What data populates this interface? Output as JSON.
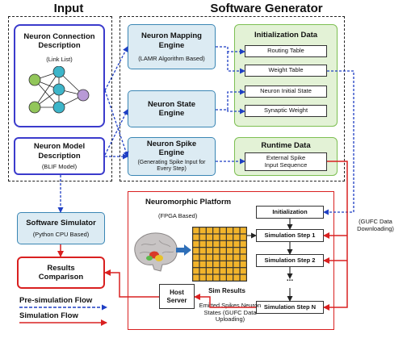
{
  "headings": {
    "input": "Input",
    "software_generator": "Software Generator"
  },
  "neuron_connection": {
    "title": "Neuron Connection Description",
    "subtitle": "(Link List)"
  },
  "neuron_model": {
    "title": "Neuron  Model Description",
    "subtitle": "(BLIF Model)"
  },
  "engines": {
    "mapping": {
      "title": "Neuron Mapping Engine",
      "subtitle": "(LAMR Algorithm Based)"
    },
    "state": {
      "title": "Neuron State Engine"
    },
    "spike": {
      "title": "Neuron Spike Engine",
      "subtitle": "(Generating Spike Input for Every Step)"
    }
  },
  "initialization_data": {
    "title": "Initialization Data",
    "items": [
      "Routing Table",
      "Weight Table",
      "Neuron Initial State",
      "Synaptic Weight"
    ]
  },
  "runtime_data": {
    "title": "Runtime Data",
    "items": [
      "External Spike Input Sequence"
    ]
  },
  "software_simulator": {
    "title": "Software Simulator",
    "subtitle": "(Python CPU Based)"
  },
  "results_comparison": {
    "title": "Results Comparison"
  },
  "legend": {
    "pre_simulation": "Pre-simulation Flow",
    "simulation": "Simulation Flow"
  },
  "platform": {
    "title": "Neuromorphic Platform",
    "subtitle": "(FPGA Based)",
    "steps": [
      "Initialization",
      "Simulation Step 1",
      "Simulation Step 2",
      "...",
      "Simulation Step N"
    ],
    "host_server": "Host Server",
    "sim_results": "Sim Results",
    "emitted": "Emitted Spikes Neuron States (GUFC Data Uploading)"
  },
  "gufc_downloading": "(GUFC Data Downloading)",
  "colors": {
    "blue_flow": "#1f3fc4",
    "red_flow": "#d92020",
    "blue_box_fill": "#dcebf3",
    "blue_box_border": "#3a86b4",
    "green_fill": "#e3f2d6",
    "green_border": "#7dbf52",
    "purple_border": "#3b3bcc",
    "grid_cell": "#f2b42b"
  }
}
